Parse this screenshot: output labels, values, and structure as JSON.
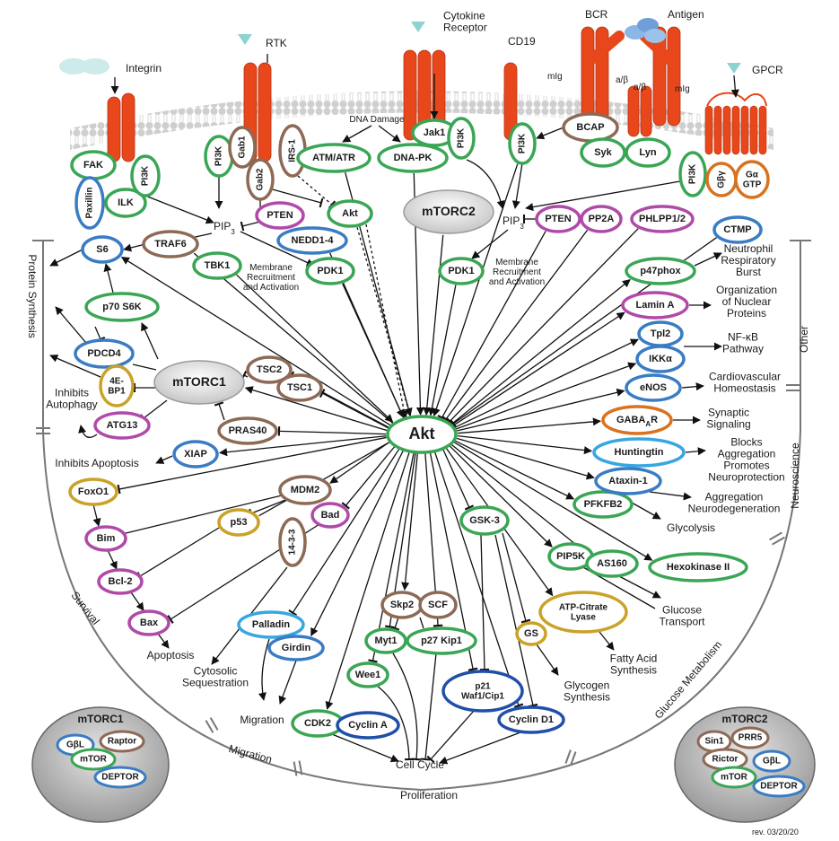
{
  "colors": {
    "receptor": "#e8471c",
    "green": "#3aa655",
    "purple": "#b04aa8",
    "blue": "#3a7cc4",
    "darkblue": "#1f4fa8",
    "brown": "#8c6a55",
    "orange": "#d8721f",
    "yellow": "#c9a227",
    "gray": "#8a8a8a",
    "lightblue": "#38a6e0",
    "lipid": "#c8c8c8",
    "text": "#1a1a1a"
  },
  "receptors": {
    "integrin": "Integrin",
    "rtk": "RTK",
    "cytokine": "Cytokine\nReceptor",
    "cd19": "CD19",
    "bcr": "BCR",
    "antigen": "Antigen",
    "gpcr": "GPCR",
    "mig_left": "mIg",
    "mig_right": "mIg",
    "ab1": "a/β",
    "ab2": "a/β"
  },
  "labels": {
    "dna_damage": "DNA Damage",
    "pip3_left": "PIP",
    "pip3_right": "PIP",
    "pip3_sub": "3",
    "membrane_left": "Membrane\nRecruitment\nand Activation",
    "membrane_right": "Membrane\nRecruitment\nand Activation",
    "inhibits_autophagy": "Inhibits\nAutophagy",
    "inhibits_apoptosis": "Inhibits Apoptosis",
    "apoptosis": "Apoptosis",
    "cytosolic": "Cytosolic\nSequestration",
    "migration_out": "Migration",
    "cell_cycle": "Cell Cycle",
    "glycogen": "Glycogen\nSynthesis",
    "fatty_acid": "Fatty Acid\nSynthesis",
    "glucose_transport": "Glucose\nTransport",
    "glycolysis": "Glycolysis",
    "aggregation_neuro": "Aggregation\nNeurodegeneration",
    "blocks_aggregation": "Blocks\nAggregation\nPromotes\nNeuroprotection",
    "synaptic": "Synaptic\nSignaling",
    "cardio": "Cardiovascular\nHomeostasis",
    "nfkb": "NF-κB\nPathway",
    "organization": "Organization\nof Nuclear\nProteins",
    "neutrophil": "Neutrophil\nRespiratory\nBurst",
    "revision": "rev. 03/20/20"
  },
  "regions": {
    "protein_synthesis": "Protein Synthesis",
    "survival": "Survival",
    "migration": "Migration",
    "proliferation": "Proliferation",
    "glucose_metabolism": "Glucose Metabolism",
    "neuroscience": "Neuroscience",
    "other": "Other"
  },
  "nodes": {
    "akt": "Akt",
    "mtorc1": "mTORC1",
    "mtorc2": "mTORC2",
    "fak": "FAK",
    "paxillin": "Paxillin",
    "ilk": "ILK",
    "pi3k_integrin": "PI3K",
    "pi3k_rtk": "PI3K",
    "gab1": "Gab1",
    "gab2": "Gab2",
    "irs1": "IRS-1",
    "pten_left": "PTEN",
    "akt_small": "Akt",
    "atm_atr": "ATM/ATR",
    "dnapk": "DNA-PK",
    "jak1": "Jak1",
    "pi3k_cyto": "PI3K",
    "pi3k_cd19": "PI3K",
    "bcap": "BCAP",
    "syk": "Syk",
    "lyn": "Lyn",
    "pi3k_gpcr": "PI3K",
    "gbg": "Gβγ",
    "ga": "Gα\nGTP",
    "pten_right": "PTEN",
    "pp2a": "PP2A",
    "phlpp": "PHLPP1/2",
    "ctmp": "CTMP",
    "s6": "S6",
    "traf6": "TRAF6",
    "tbk1": "TBK1",
    "nedd": "NEDD1-4",
    "pdk1_left": "PDK1",
    "pdk1_right": "PDK1",
    "p70": "p70 S6K",
    "pdcd4": "PDCD4",
    "ebp1": "4E-\nBP1",
    "atg13": "ATG13",
    "tsc2": "TSC2",
    "tsc1": "TSC1",
    "pras40": "PRAS40",
    "xiap": "XIAP",
    "foxo1": "FoxO1",
    "mdm2": "MDM2",
    "bad": "Bad",
    "p53": "p53",
    "bim": "Bim",
    "bcl2": "Bcl-2",
    "bax": "Bax",
    "p1433": "14-3-3",
    "palladin": "Palladin",
    "girdin": "Girdin",
    "cdk2": "CDK2",
    "cyclina": "Cyclin A",
    "skp2": "Skp2",
    "scf": "SCF",
    "myt1": "Myt1",
    "p27": "p27 Kip1",
    "wee1": "Wee1",
    "p21": "p21\nWaf1/Cip1",
    "cyclind1": "Cyclin D1",
    "gsk3": "GSK-3",
    "gs": "GS",
    "atpcl": "ATP-Citrate\nLyase",
    "pip5k": "PIP5K",
    "as160": "AS160",
    "hexokinase": "Hexokinase II",
    "pfkfb2": "PFKFB2",
    "ataxin": "Ataxin-1",
    "huntingtin": "Huntingtin",
    "gabaar": "GABA",
    "gabaar_sub": "A",
    "gabaar_r": "R",
    "enos": "eNOS",
    "ikka": "IKKα",
    "tpl2": "Tpl2",
    "lamina": "Lamin A",
    "p47phox": "p47phox"
  },
  "complex_mtorc1": {
    "title": "mTORC1",
    "gbl": "GβL",
    "raptor": "Raptor",
    "mtor": "mTOR",
    "deptor": "DEPTOR"
  },
  "complex_mtorc2": {
    "title": "mTORC2",
    "sin1": "Sin1",
    "prr5": "PRR5",
    "rictor": "Rictor",
    "gbl": "GβL",
    "mtor": "mTOR",
    "deptor": "DEPTOR"
  }
}
